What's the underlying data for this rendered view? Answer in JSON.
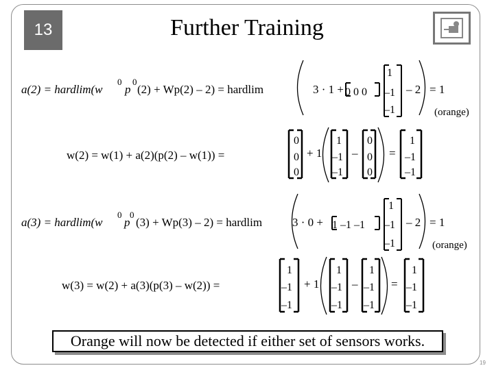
{
  "slide": {
    "number": "13",
    "title": "Further Training",
    "footer_page": "19",
    "callout": "Orange will now be detected if either set of sensors works."
  },
  "eq1": {
    "lhs": "a(2) = hardlim(w",
    "sup1": "0",
    "p": "p",
    "sup2": "0",
    "mid": "(2) + Wp(2) – 2) = hardlim",
    "term": "3 · 1 +",
    "row": "0 0 0",
    "col": [
      "1",
      "–1",
      "–1"
    ],
    "minus": "– 2",
    "result": "= 1",
    "label": "(orange)"
  },
  "eq2": {
    "lhs": "w(2) = w(1) + a(2)(p(2) – w(1)) =",
    "vec_a": [
      "0",
      "0",
      "0"
    ],
    "vec_p": [
      "1",
      "–1",
      "–1"
    ],
    "vec_b": [
      "0",
      "0",
      "0"
    ],
    "vec_res": [
      "1",
      "–1",
      "–1"
    ],
    "plus1": "+ 1",
    "minus": "–",
    "equals": "="
  },
  "eq3": {
    "lhs": "a(3) = hardlim(w",
    "sup1": "0",
    "p": "p",
    "sup2": "0",
    "mid": "(3) + Wp(3) – 2) = hardlim",
    "term": "3 · 0 +",
    "row": "1 –1 –1",
    "col": [
      "1",
      "–1",
      "–1"
    ],
    "minus": "– 2",
    "result": "= 1",
    "label": "(orange)"
  },
  "eq4": {
    "lhs": "w(3) = w(2) + a(3)(p(3) – w(2)) =",
    "vec_a": [
      "1",
      "–1",
      "–1"
    ],
    "vec_p": [
      "1",
      "–1",
      "–1"
    ],
    "vec_b": [
      "1",
      "–1",
      "–1"
    ],
    "vec_res": [
      "1",
      "–1",
      "–1"
    ],
    "plus1": "+ 1",
    "minus": "–",
    "equals": "="
  }
}
